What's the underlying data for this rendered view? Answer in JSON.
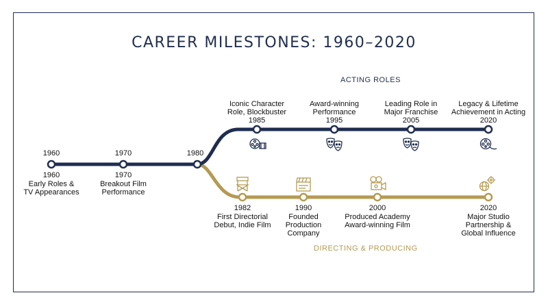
{
  "title": "CAREER MILESTONES: 1960–2020",
  "acting_label": "ACTING ROLES",
  "directing_label": "DIRECTING & PRODUCING",
  "colors": {
    "navy": "#1f2d4f",
    "gold": "#b59a52",
    "text": "#111111"
  },
  "main_line": [
    {
      "year_top": "1960",
      "year_bottom": "1960",
      "label": [
        "Early Roles &",
        "TV Appearances"
      ]
    },
    {
      "year_top": "1970",
      "year_bottom": "1970",
      "label": [
        "Breakout Film",
        "Performance"
      ]
    },
    {
      "year_top": "1980"
    }
  ],
  "acting": [
    {
      "year": "1985",
      "label": [
        "Iconic Character",
        "Role, Blockbuster"
      ],
      "icon": "film-reel-icon"
    },
    {
      "year": "1995",
      "label": [
        "Award-winning",
        "Performance"
      ],
      "icon": "theater-masks-icon"
    },
    {
      "year": "2005",
      "label": [
        "Leading Role in",
        "Major Franchise"
      ],
      "icon": "theater-masks-icon"
    },
    {
      "year": "2020",
      "label": [
        "Legacy & Lifetime",
        "Achievement in Acting"
      ],
      "icon": "film-reel-icon"
    }
  ],
  "directing": [
    {
      "year": "1982",
      "label": [
        "First Directorial",
        "Debut, Indie Film"
      ],
      "icon": "director-chair-icon"
    },
    {
      "year": "1990",
      "label": [
        "Founded",
        "Production",
        "Company"
      ],
      "icon": "clapperboard-icon"
    },
    {
      "year": "2000",
      "label": [
        "Produced Academy",
        "Award-winning Film"
      ],
      "icon": "movie-camera-icon"
    },
    {
      "year": "2020",
      "label": [
        "Major Studio",
        "Partnership &",
        "Global Influence"
      ],
      "icon": "globe-gears-icon"
    }
  ]
}
